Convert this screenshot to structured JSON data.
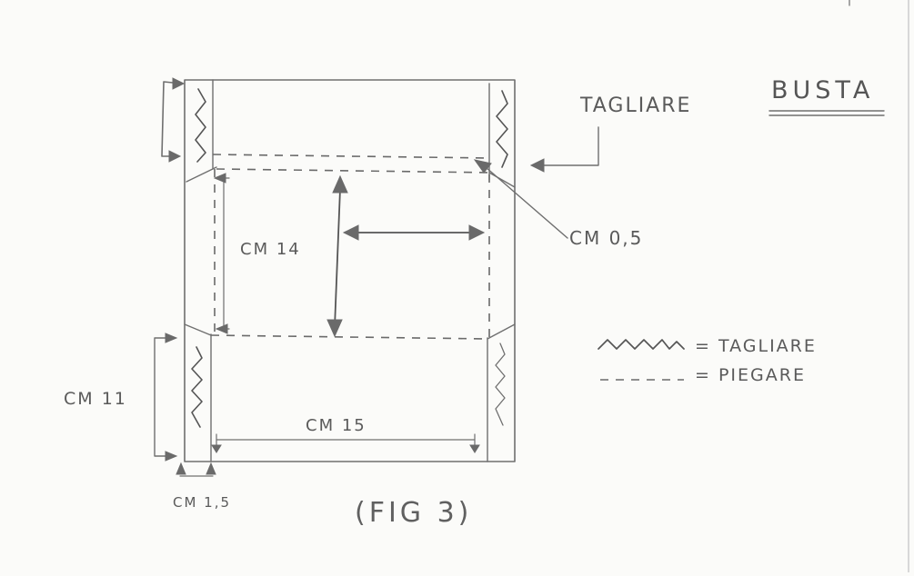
{
  "diagram": {
    "title": "BUSTA",
    "cut_label": "TAGLIARE",
    "legend": {
      "cut_symbol_text": "= TAGLIARE",
      "fold_symbol_text": "= PIEGARE"
    },
    "dimensions": {
      "height_center": "CM 14",
      "offset": "CM 0,5",
      "height_bottom": "CM 11",
      "width_bottom": "CM 15",
      "margin_width": "CM 1,5"
    },
    "figure_caption": "(FIG 3)"
  }
}
